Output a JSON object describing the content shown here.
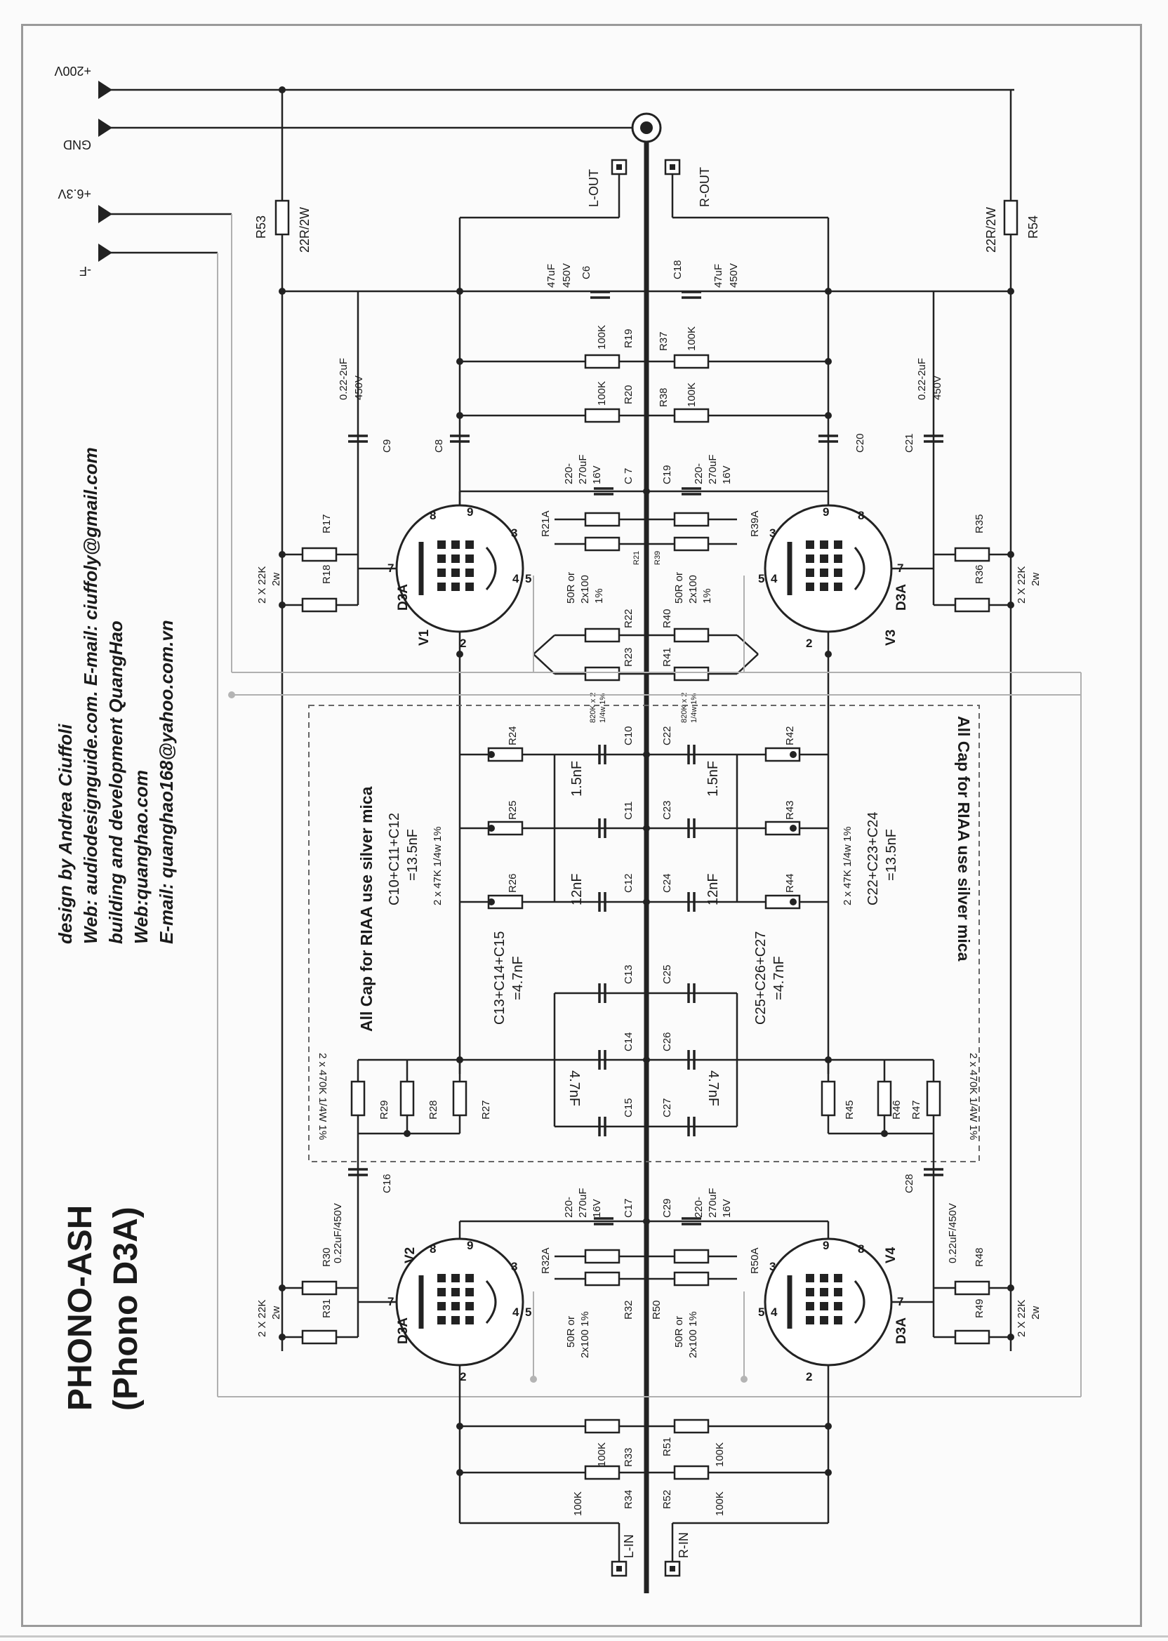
{
  "title": "PHONO-ASH",
  "subtitle": "(Phono D3A)",
  "credits": [
    "design by Andrea Ciuffoli",
    "Web: audiodesignguide.com. E-mail: ciuffoly@gmail.com",
    "building and development QuangHao",
    "Web:quanghao.com",
    "E-mail: quanghao168@yahoo.com.vn"
  ],
  "rails": {
    "b200": "+200V",
    "gnd": "GND",
    "h63": "+6.3V",
    "hneg": "-F"
  },
  "io": {
    "l_out": "L-OUT",
    "r_out": "R-OUT",
    "l_in": "L-IN",
    "r_in": "R-IN"
  },
  "tubes": {
    "type": "D3A",
    "v1": "V1",
    "v2": "V2",
    "v3": "V3",
    "v4": "V4",
    "pins": [
      "2",
      "3",
      "4",
      "5",
      "7",
      "8",
      "9"
    ]
  },
  "notes": {
    "riaa": "All Cap for RIAA use silver mica",
    "c10_12_sum": "C10+C11+C12",
    "c10_12_val": "=13.5nF",
    "c22_24_sum": "C22+C23+C24",
    "c22_24_val": "=13.5nF",
    "c13_15_sum": "C13+C14+C15",
    "c13_15_val": "=4.7nF",
    "c25_27_sum": "C25+C26+C27",
    "c25_27_val": "=4.7nF",
    "r47k": "2 x 47K 1/4w 1%",
    "r470k": "2 x 470K 1/4W 1%",
    "r820k": "820K x 2",
    "r820k_tol": "1/4w 1%",
    "cathode_r_1": "50R or",
    "cathode_r_2": "2x100",
    "cathode_r_3": "1%",
    "cathode_r_23": "2x100 1%",
    "r22k_1": "2 X 22K",
    "r22k_2": "2w"
  },
  "values": {
    "r53": "22R/2W",
    "r54": "22R/2W",
    "c6": "47uF",
    "c6_v": "450V",
    "c18": "47uF",
    "c18_v": "450V",
    "r100k": "100K",
    "c_022": "0.22-2uF",
    "c_022_v": "450V",
    "c_022_16": "0.22uF/450V",
    "c_elec_1": "220-",
    "c_elec_2": "270uF",
    "c_elec_3": "16V",
    "c15nf": "1.5nF",
    "c12nf": "12nF",
    "c47nf": "4.7nF"
  },
  "refs": {
    "r53": "R53",
    "r54": "R54",
    "c6": "C6",
    "c18": "C18",
    "r19": "R19",
    "r20": "R20",
    "r37": "R37",
    "r38": "R38",
    "c9": "C9",
    "c8": "C8",
    "c20": "C20",
    "c21": "C21",
    "c7": "C 7",
    "c19": "C19",
    "r17": "R17",
    "r18": "R18",
    "r35": "R35",
    "r36": "R36",
    "r21a": "R21A",
    "r21": "R21",
    "r39": "R39",
    "r39a": "R39A",
    "r22": "R22",
    "r23": "R23",
    "r40": "R40",
    "r41": "R41",
    "r24": "R24",
    "r25": "R25",
    "r26": "R26",
    "r42": "R42",
    "r43": "R43",
    "r44": "R44",
    "c10": "C10",
    "c11": "C11",
    "c12": "C12",
    "c22": "C22",
    "c23": "C23",
    "c24": "C24",
    "c13": "C13",
    "c14": "C14",
    "c15": "C15",
    "c25": "C25",
    "c26": "C26",
    "c27": "C27",
    "r27": "R27",
    "r28": "R28",
    "r29": "R29",
    "r45": "R45",
    "r46": "R46",
    "r47": "R47",
    "c16": "C16",
    "c28": "C28",
    "c17": "C17",
    "c29": "C29",
    "r30": "R30",
    "r31": "R31",
    "r48": "R48",
    "r49": "R49",
    "r32a": "R32A",
    "r32": "R32",
    "r50": "R50",
    "r50a": "R50A",
    "r33": "R33",
    "r34": "R34",
    "r51": "R51",
    "r52": "R52"
  }
}
